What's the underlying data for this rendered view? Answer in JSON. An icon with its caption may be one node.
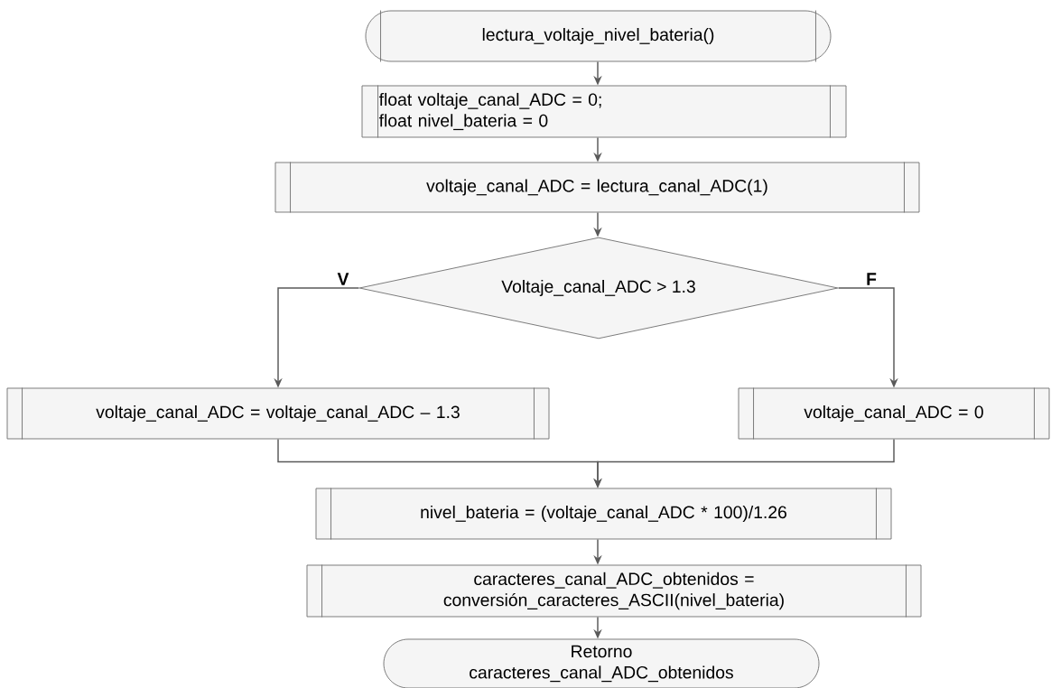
{
  "diagram": {
    "nodes": [
      {
        "text": [
          "lectura_voltaje_nivel_bateria()"
        ]
      },
      {
        "text": [
          "float  voltaje_canal_ADC = 0;",
          "float  nivel_bateria = 0"
        ]
      },
      {
        "text": [
          "voltaje_canal_ADC = lectura_canal_ADC(1)"
        ]
      },
      {
        "text": [
          "Voltaje_canal_ADC > 1.3"
        ]
      },
      {
        "text": [
          "voltaje_canal_ADC = voltaje_canal_ADC – 1.3"
        ]
      },
      {
        "text": [
          "voltaje_canal_ADC = 0"
        ]
      },
      {
        "text": [
          "nivel_bateria = (voltaje_canal_ADC * 100)/1.26"
        ]
      },
      {
        "text": [
          "caracteres_canal_ADC_obtenidos = conversión_caracteres_ASCII(nivel_bateria)"
        ]
      },
      {
        "text": [
          "Retorno caracteres_canal_ADC_obtenidos"
        ]
      }
    ],
    "edges": [
      {
        "from": 0,
        "to": 1,
        "arrow": "to"
      },
      {
        "from": 1,
        "to": 2,
        "arrow": "to"
      },
      {
        "from": 2,
        "to": 3,
        "arrow": "to"
      },
      {
        "from": 3,
        "to": 4,
        "arrow": "to",
        "label": "V"
      },
      {
        "from": 3,
        "to": 5,
        "arrow": "to",
        "label": "F"
      },
      {
        "from": 4,
        "to": 6,
        "arrow": "to"
      },
      {
        "from": 5,
        "to": 6,
        "arrow": "to"
      },
      {
        "from": 6,
        "to": 7,
        "arrow": "to"
      },
      {
        "from": 7,
        "to": 8,
        "arrow": "to"
      }
    ]
  }
}
